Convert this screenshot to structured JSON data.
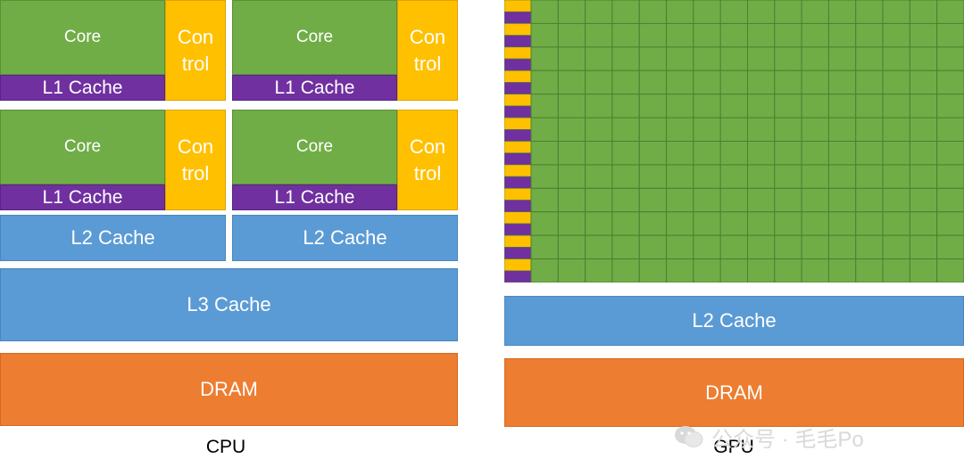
{
  "cpu": {
    "caption": "CPU",
    "core_label": "Core",
    "control_label": "Con\ntrol",
    "l1_label": "L1 Cache",
    "l2_label": "L2 Cache",
    "l3_label": "L3 Cache",
    "dram_label": "DRAM"
  },
  "gpu": {
    "caption": "GPU",
    "l2_label": "L2 Cache",
    "dram_label": "DRAM",
    "grid_rows": 12,
    "grid_cols": 16
  },
  "watermark": {
    "text": "公众号 · 毛毛Po"
  },
  "colors": {
    "core": "#70ad47",
    "l1": "#7030a0",
    "control": "#ffc000",
    "cache": "#5b9bd5",
    "dram": "#ed7d31"
  }
}
